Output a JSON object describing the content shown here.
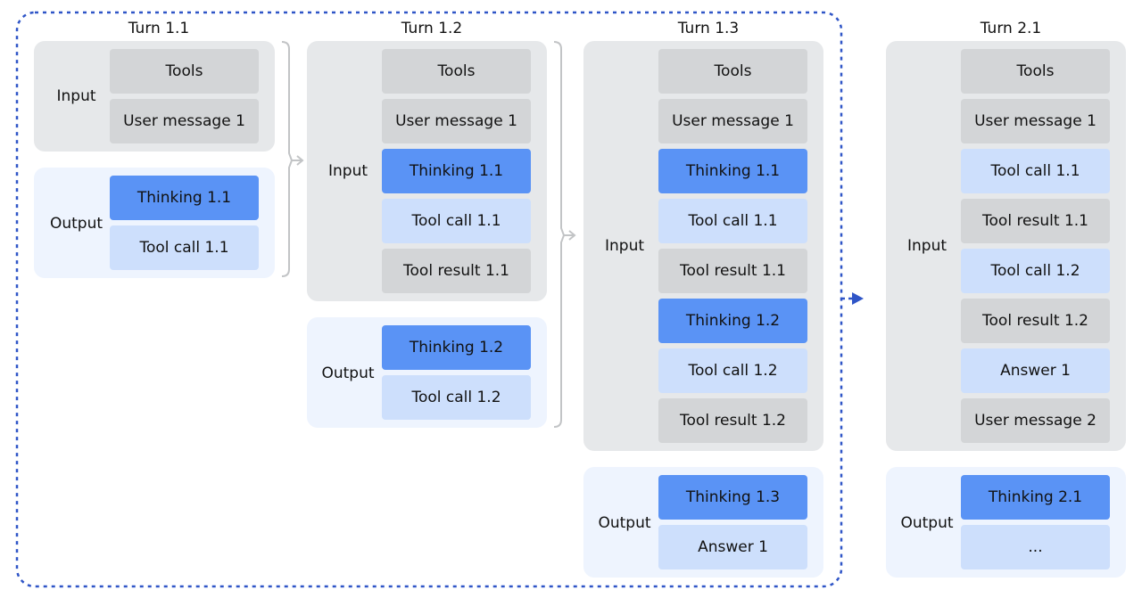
{
  "turns": [
    {
      "title": "Turn 1.1",
      "input_label": "Input",
      "input": [
        {
          "text": "Tools",
          "kind": "gray"
        },
        {
          "text": "User message 1",
          "kind": "gray"
        }
      ],
      "output_label": "Output",
      "output": [
        {
          "text": "Thinking 1.1",
          "kind": "blue"
        },
        {
          "text": "Tool call 1.1",
          "kind": "light"
        }
      ]
    },
    {
      "title": "Turn 1.2",
      "input_label": "Input",
      "input": [
        {
          "text": "Tools",
          "kind": "gray"
        },
        {
          "text": "User message 1",
          "kind": "gray"
        },
        {
          "text": "Thinking 1.1",
          "kind": "blue"
        },
        {
          "text": "Tool call 1.1",
          "kind": "light"
        },
        {
          "text": "Tool result 1.1",
          "kind": "gray"
        }
      ],
      "output_label": "Output",
      "output": [
        {
          "text": "Thinking 1.2",
          "kind": "blue"
        },
        {
          "text": "Tool call 1.2",
          "kind": "light"
        }
      ]
    },
    {
      "title": "Turn 1.3",
      "input_label": "Input",
      "input": [
        {
          "text": "Tools",
          "kind": "gray"
        },
        {
          "text": "User message 1",
          "kind": "gray"
        },
        {
          "text": "Thinking 1.1",
          "kind": "blue"
        },
        {
          "text": "Tool call 1.1",
          "kind": "light"
        },
        {
          "text": "Tool result 1.1",
          "kind": "gray"
        },
        {
          "text": "Thinking 1.2",
          "kind": "blue"
        },
        {
          "text": "Tool call 1.2",
          "kind": "light"
        },
        {
          "text": "Tool result 1.2",
          "kind": "gray"
        }
      ],
      "output_label": "Output",
      "output": [
        {
          "text": "Thinking 1.3",
          "kind": "blue"
        },
        {
          "text": "Answer 1",
          "kind": "light"
        }
      ]
    },
    {
      "title": "Turn 2.1",
      "input_label": "Input",
      "input": [
        {
          "text": "Tools",
          "kind": "gray"
        },
        {
          "text": "User message 1",
          "kind": "gray"
        },
        {
          "text": "Tool call 1.1",
          "kind": "light"
        },
        {
          "text": "Tool result 1.1",
          "kind": "gray"
        },
        {
          "text": "Tool call 1.2",
          "kind": "light"
        },
        {
          "text": "Tool result 1.2",
          "kind": "gray"
        },
        {
          "text": "Answer 1",
          "kind": "light"
        },
        {
          "text": "User message 2",
          "kind": "gray"
        }
      ],
      "output_label": "Output",
      "output": [
        {
          "text": "Thinking 2.1",
          "kind": "blue"
        },
        {
          "text": "...",
          "kind": "light"
        }
      ]
    }
  ],
  "colors": {
    "input_panel": "#e6e8ea",
    "output_panel": "#eef4fe",
    "gray_block": "#d3d5d7",
    "thinking_block": "#5a93f5",
    "call_block": "#cddffc",
    "dashed_border": "#2f55c7",
    "connector": "#c2c4c6"
  }
}
